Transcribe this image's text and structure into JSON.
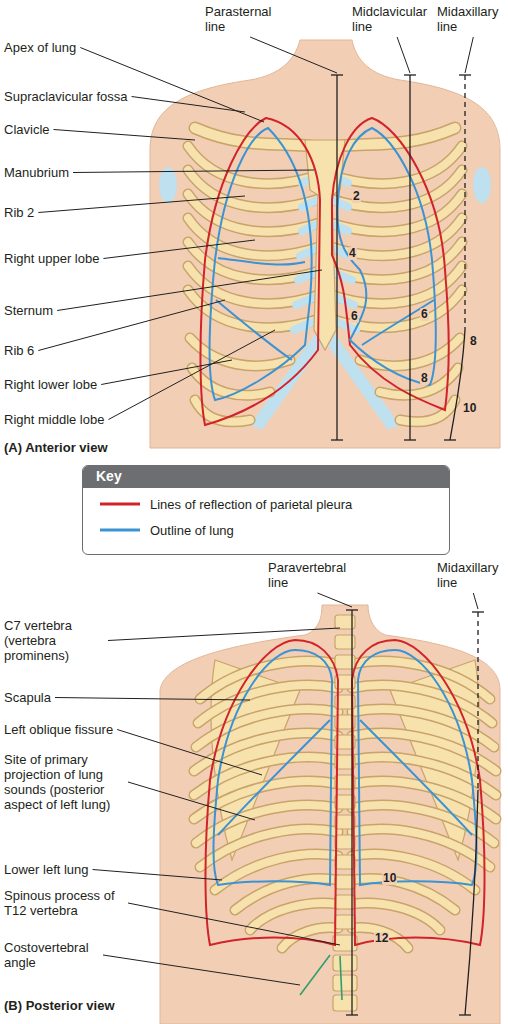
{
  "diagram": {
    "labels": [
      "Parasternal line",
      "Midclavicular line",
      "Midaxillary line",
      "Apex of lung",
      "Supraclavicular fossa",
      "Clavicle",
      "Manubrium",
      "Rib 2",
      "Right upper lobe",
      "Sternum",
      "Rib 6",
      "Right lower lobe",
      "Right middle lobe",
      "2",
      "4",
      "6",
      "6",
      "8",
      "8",
      "10",
      "(A) Anterior view",
      "Key",
      "Paravertebral line",
      "Midaxillary line",
      "C7 vertebra (vertebra prominens)",
      "Scapula",
      "Left oblique fissure",
      "Site of primary projection of lung sounds (posterior aspect of left lung)",
      "Lower left lung",
      "Spinous process of T12 vertebra",
      "Costovertebral angle",
      "10",
      "12",
      "(B) Posterior view"
    ],
    "legend": [
      {
        "text": "Lines of reflection of parietal pleura"
      },
      {
        "text": "Outline of lung"
      }
    ]
  }
}
